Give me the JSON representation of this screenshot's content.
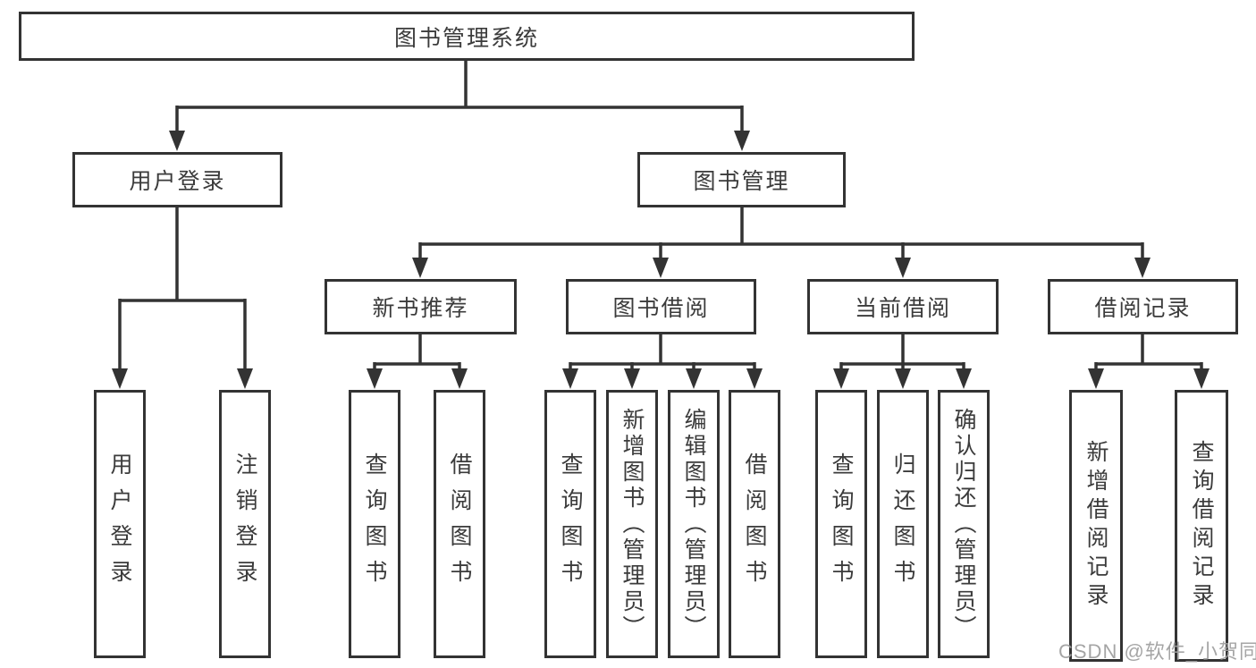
{
  "tree": {
    "root": {
      "label": "图书管理系统",
      "children": [
        {
          "label": "用户登录",
          "children": [
            {
              "label": "用户登录"
            },
            {
              "label": "注销登录"
            }
          ]
        },
        {
          "label": "图书管理",
          "children": [
            {
              "label": "新书推荐",
              "children": [
                {
                  "label": "查询图书"
                },
                {
                  "label": "借阅图书"
                }
              ]
            },
            {
              "label": "图书借阅",
              "children": [
                {
                  "label": "查询图书"
                },
                {
                  "label": "新增图书（管理员）"
                },
                {
                  "label": "编辑图书（管理员）"
                },
                {
                  "label": "借阅图书"
                }
              ]
            },
            {
              "label": "当前借阅",
              "children": [
                {
                  "label": "查询图书"
                },
                {
                  "label": "归还图书"
                },
                {
                  "label": "确认归还（管理员）"
                }
              ]
            },
            {
              "label": "借阅记录",
              "children": [
                {
                  "label": "新增借阅记录"
                },
                {
                  "label": "查询借阅记录"
                }
              ]
            }
          ]
        }
      ]
    }
  },
  "watermark": {
    "text": "CSDN @软件_小贺同学"
  },
  "colors": {
    "line": "#333333",
    "text": "#3b3b3b",
    "watermark": "#9e9e9e",
    "background": "#ffffff"
  }
}
